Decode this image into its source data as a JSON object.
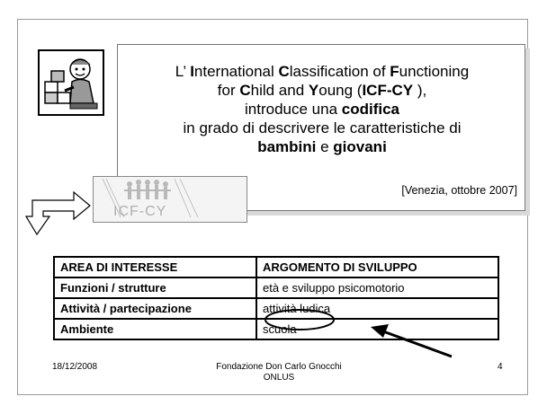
{
  "title_lines": {
    "l1": {
      "a": "L’ ",
      "b1": "I",
      "c": "nternational ",
      "b2": "C",
      "d": "lassification of ",
      "b3": "F",
      "e": "unctioning"
    },
    "l2": {
      "a": "for ",
      "b1": "C",
      "c": "hild and ",
      "b2": "Y",
      "d": "oung (",
      "b3": "ICF-CY",
      "e": " ),"
    },
    "l3": {
      "a": "introduce una ",
      "b1": "codifica"
    },
    "l4": {
      "a": "in grado di descrivere le caratteristiche di"
    },
    "l5": {
      "b1": "bambini",
      "a": " e ",
      "b2": "giovani"
    }
  },
  "citation": "[Venezia, ottobre 2007]",
  "logo_text": "ICF-CY",
  "table": {
    "headers": [
      "AREA DI INTERESSE",
      "ARGOMENTO DI SVILUPPO"
    ],
    "rows": [
      [
        "Funzioni / strutture",
        "età e sviluppo psicomotorio"
      ],
      [
        "Attività / partecipazione",
        "attività ludica"
      ],
      [
        "Ambiente",
        "scuola"
      ]
    ]
  },
  "footer": {
    "date": "18/12/2008",
    "org_line1": "Fondazione Don Carlo Gnocchi",
    "org_line2": "ONLUS",
    "page": "4"
  }
}
